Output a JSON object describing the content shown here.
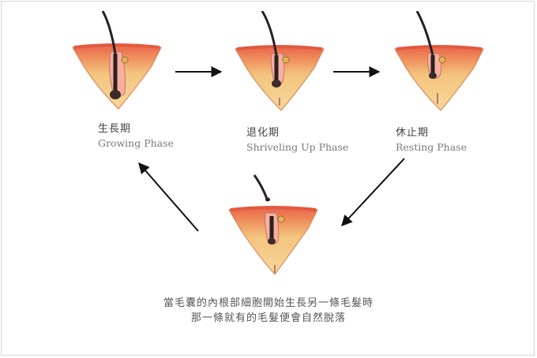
{
  "stages": [
    {
      "cn": "生長期",
      "en": "Growing Phase"
    },
    {
      "cn": "退化期",
      "en": "Shriveling Up Phase"
    },
    {
      "cn": "休止期",
      "en": "Resting Phase"
    }
  ],
  "caption": {
    "line1": "當毛囊的內根部細胞開始生長另一條毛髮時",
    "line2": "那一條就有的毛髮便會自然脫落"
  },
  "colors": {
    "skin_top": "#e9604a",
    "skin_body": "#f2c27c",
    "hair": "#2a2020",
    "arrow": "#111111"
  }
}
